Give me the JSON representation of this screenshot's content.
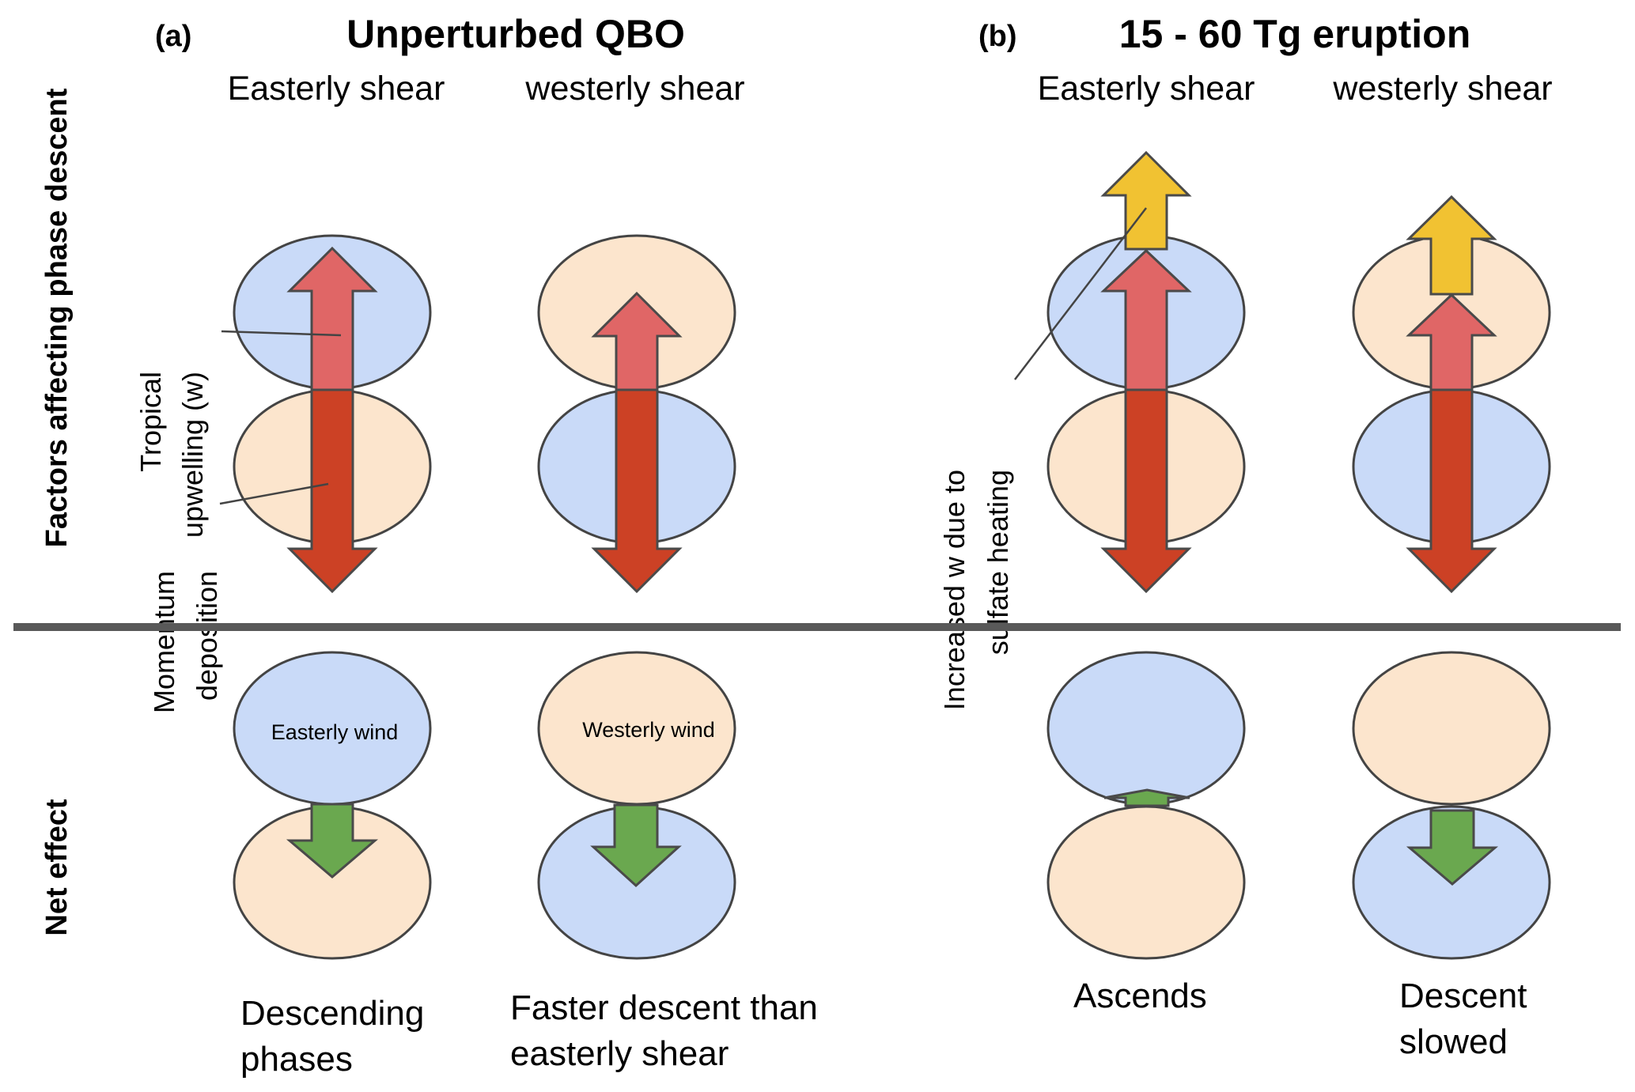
{
  "colors": {
    "easterly_fill": "#c9daf8",
    "westerly_fill": "#fce5cd",
    "upwelling_arrow": "#e06666",
    "momentum_arrow": "#cc4125",
    "sulfate_arrow": "#f1c232",
    "net_arrow": "#6aa84f",
    "divider": "#595959"
  },
  "row_labels": {
    "top": "Factors affecting phase descent",
    "bottom": "Net effect"
  },
  "panel_a": {
    "tag": "(a)",
    "title": "Unperturbed QBO",
    "columns": [
      {
        "header": "Easterly shear",
        "top_ellipse": "easterly",
        "bottom_ellipse": "westerly",
        "net_top_ellipse": "easterly",
        "net_bottom_ellipse": "westerly",
        "net_top_label": "Easterly wind",
        "net_arrow": "down",
        "result_lines": [
          "Descending",
          "phases"
        ]
      },
      {
        "header": "westerly shear",
        "top_ellipse": "westerly",
        "bottom_ellipse": "easterly",
        "net_top_ellipse": "westerly",
        "net_bottom_ellipse": "easterly",
        "net_top_label": "Westerly wind",
        "net_arrow": "down-large",
        "result_lines": [
          "Faster descent than",
          "easterly shear"
        ]
      }
    ],
    "annotations": {
      "upwelling": [
        "Tropical",
        "upwelling (w)"
      ],
      "momentum": [
        "Momentum",
        "deposition"
      ]
    }
  },
  "panel_b": {
    "tag": "(b)",
    "title": "15 - 60 Tg eruption",
    "columns": [
      {
        "header": "Easterly shear",
        "top_ellipse": "easterly",
        "bottom_ellipse": "westerly",
        "net_top_ellipse": "easterly",
        "net_bottom_ellipse": "westerly",
        "net_arrow": "up-small",
        "result_lines": [
          "Ascends"
        ]
      },
      {
        "header": "westerly shear",
        "top_ellipse": "westerly",
        "bottom_ellipse": "easterly",
        "net_top_ellipse": "westerly",
        "net_bottom_ellipse": "easterly",
        "net_arrow": "down",
        "result_lines": [
          "Descent",
          "slowed"
        ]
      }
    ],
    "annotations": {
      "sulfate": [
        "Increased w due to",
        "sulfate heating"
      ]
    }
  }
}
